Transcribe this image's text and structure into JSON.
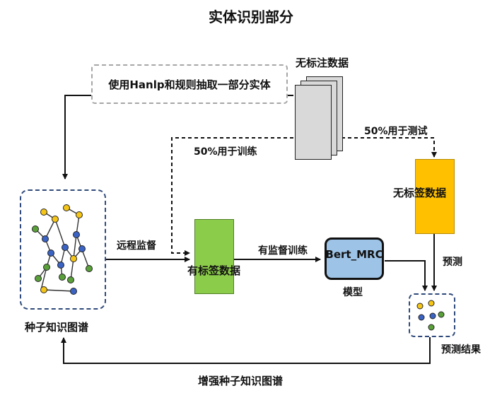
{
  "title": "实体识别部分",
  "rule_box": {
    "label": "使用Hanlp和规则抽取一部分实体"
  },
  "unlabeled_stack": {
    "label": "无标注数据"
  },
  "train_split": {
    "label": "50%用于训练"
  },
  "test_split": {
    "label": "50%用于测试"
  },
  "unlabeled_test": {
    "label": "无标签数据"
  },
  "seed_kg": {
    "label": "种子知识图谱"
  },
  "distant_supervision": {
    "label": "远程监督"
  },
  "labeled_data": {
    "label": "有标签数据"
  },
  "supervised_training": {
    "label": "有监督训练"
  },
  "model": {
    "name": "Bert_MRC",
    "caption": "模型"
  },
  "predict": {
    "label": "预测"
  },
  "predict_result": {
    "label": "预测结果"
  },
  "enhance": {
    "label": "增强种子知识图谱"
  },
  "colors": {
    "green": "#8ccc4b",
    "orange": "#ffc000",
    "blue": "#9dc3e6",
    "gray": "#d9d9d9",
    "node_yellow": "#f5c518",
    "node_blue": "#3a63c4",
    "node_green": "#5aa13a"
  }
}
